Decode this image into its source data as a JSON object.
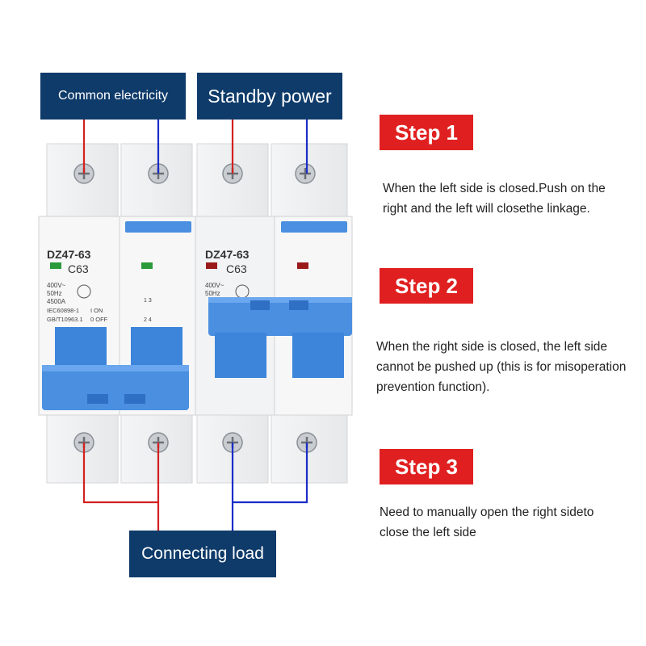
{
  "labels": {
    "common": "Common electricity",
    "standby": "Standby power",
    "load": "Connecting load"
  },
  "steps": [
    {
      "title": "Step 1",
      "text": "When the left side is closed.Push on the right and the left will closethe linkage."
    },
    {
      "title": "Step 2",
      "text": "When the right side is closed, the left side cannot be pushed up (this is for misoperation prevention function)."
    },
    {
      "title": "Step 3",
      "text": "Need to manually open the right sideto close the left side"
    }
  ],
  "breaker": {
    "model": "DZ47-63",
    "rating": "C63",
    "spec_voltage": "400V~",
    "spec_freq": "50Hz",
    "spec_capacity": "4500A",
    "standard1": "IEC60898-1",
    "standard2": "GB/T10963.1",
    "on_label": "I ON",
    "off_label": "0 OFF",
    "terminal_mark": "1 3",
    "terminal_mark2": "2 4"
  },
  "colors": {
    "navy": "#0f3b6a",
    "step_red": "#e02020",
    "wire_red": "#d42020",
    "wire_blue": "#1a2cc8",
    "lever_blue": "#4a8fe0",
    "indicator_green": "#2a9a3a",
    "indicator_red": "#9a1a1a"
  }
}
